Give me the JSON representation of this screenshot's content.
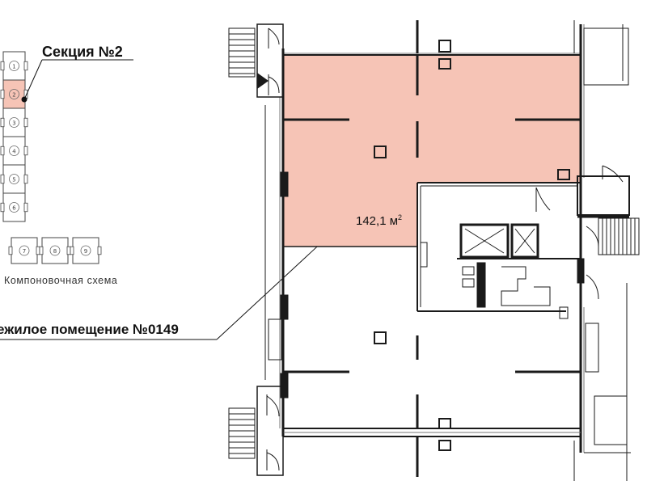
{
  "section_title": "Секция №2",
  "layout_caption": "Компоновочная схема",
  "premise_label": "ежилое помещение №0149",
  "area": {
    "value": "142,1",
    "unit": "м",
    "exponent": "2"
  },
  "layout_scheme": {
    "column_numbers": [
      "1",
      "2",
      "3",
      "4",
      "5",
      "6"
    ],
    "row_numbers": [
      "7",
      "8",
      "9"
    ],
    "highlighted": "2"
  },
  "colors": {
    "highlight": "#f6c4b6",
    "highlight_border": "#c98f82",
    "wall": "#1a1a1a",
    "thin_line": "#555555"
  }
}
